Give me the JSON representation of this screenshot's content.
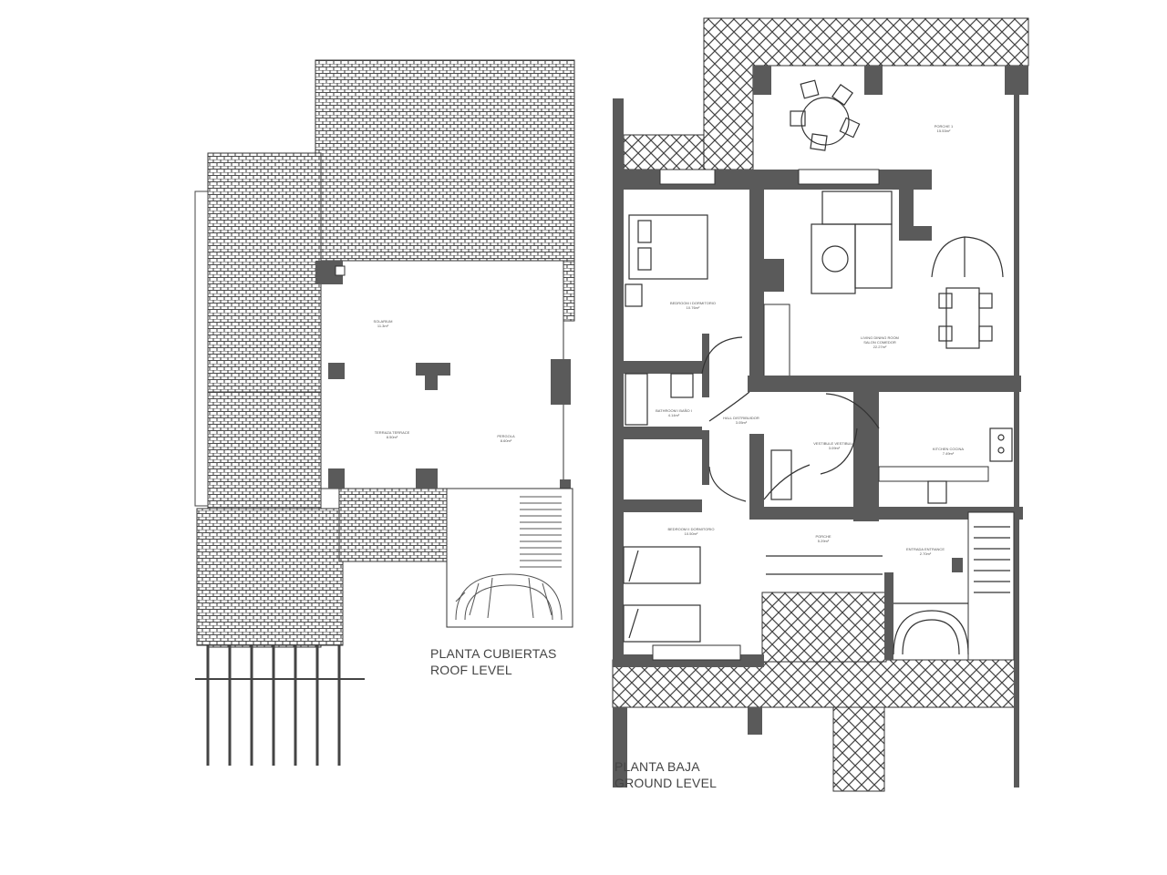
{
  "roof_level": {
    "title_es": "PLANTA CUBIERTAS",
    "title_en": "ROOF LEVEL",
    "rooms": [
      {
        "name": "SOLARIUM",
        "area": "11.3m²"
      },
      {
        "name": "TERRAZA TERRACE",
        "area": "8.50m²"
      },
      {
        "name": "PERGOLA",
        "area": "8.60m²"
      }
    ]
  },
  "ground_level": {
    "title_es": "PLANTA BAJA",
    "title_en": "GROUND LEVEL",
    "rooms": [
      {
        "name": "PORCHE 1",
        "area": "15.53m²"
      },
      {
        "name": "BEDROOM I DORMITORIO",
        "area": "10.76m²"
      },
      {
        "name": "LIVING DINING ROOM",
        "name2": "SALON COMEDOR",
        "area": "22.27m²"
      },
      {
        "name": "BATHROOM I BAÑO I",
        "area": "4.14m²"
      },
      {
        "name": "HALL DISTRIBUIDOR",
        "area": "3.05m²"
      },
      {
        "name": "VESTIBULE VESTIBULO",
        "area": "3.09m²"
      },
      {
        "name": "KITCHEN COCINA",
        "area": "7.49m²"
      },
      {
        "name": "BEDROOM II DORMITORIO",
        "area": "10.50m²"
      },
      {
        "name": "PORCHE",
        "area": "5.29m²"
      },
      {
        "name": "ENTRADA ENTRANCE",
        "area": "2.70m²"
      }
    ]
  },
  "colors": {
    "wall": "#5a5a5a",
    "line": "#333333",
    "hatch": "#444444"
  }
}
